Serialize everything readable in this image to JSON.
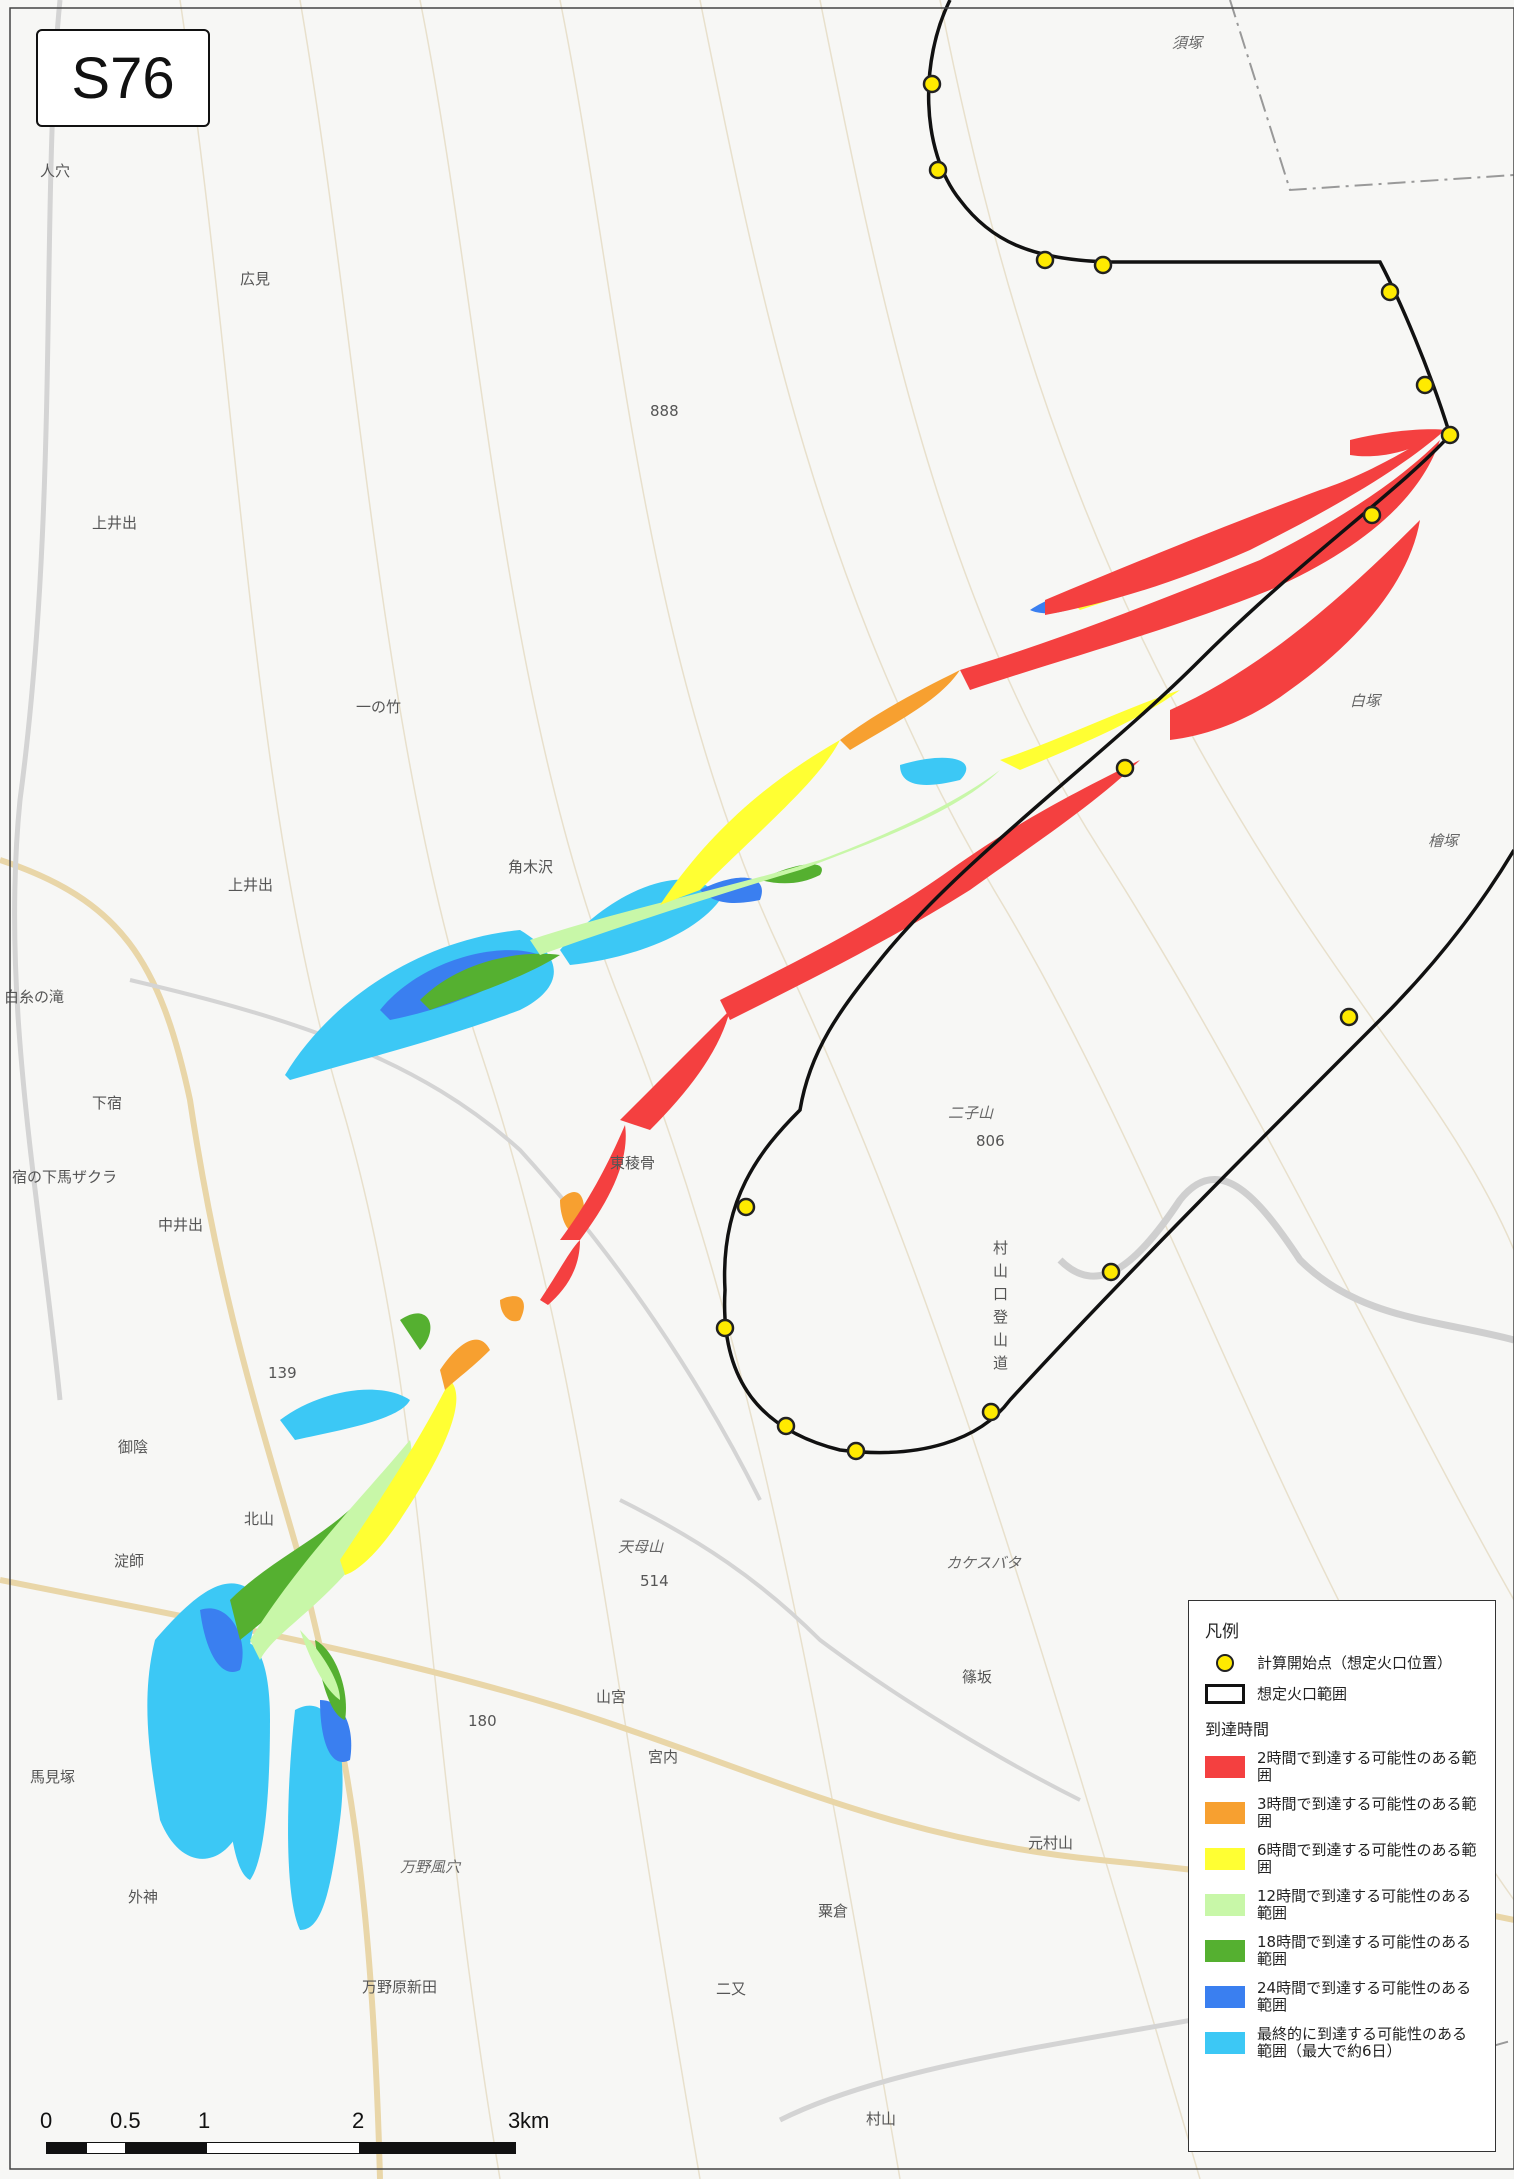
{
  "sheet_id": "S76",
  "place_labels": {
    "p1": "人穴",
    "p2": "広見",
    "p3": "上井出",
    "p4": "一の竹",
    "p5": "上井出",
    "p6": "角木沢",
    "p7": "白糸の滝",
    "p8": "下宿",
    "p9": "宿の下馬ザクラ",
    "p10": "中井出",
    "p11": "御陰",
    "p12": "北山",
    "p13": "淀師",
    "p14": "馬見塚",
    "p15": "外神",
    "p16": "万野原新田",
    "p17": "万野風穴",
    "p18": "天母山",
    "p19": "山宮",
    "p20": "宮内",
    "p21": "二子山",
    "p22": "粟倉",
    "p23": "二又",
    "p24": "村山",
    "p25": "元村山",
    "p26": "篠坂",
    "p27": "カケスバタ",
    "p28": "東稜骨",
    "p29": "白塚",
    "p30": "檜塚",
    "p31": "須塚",
    "p32": "888",
    "p33": "806",
    "p34": "514",
    "p35": "139",
    "p36": "180",
    "p37": "村山口登山道"
  },
  "legend": {
    "title": "凡例",
    "start_point": "計算開始点（想定火口位置）",
    "crater_area": "想定火口範囲",
    "arrival_header": "到達時間",
    "items": [
      {
        "label": "2時間で到達する可能性のある範囲",
        "color": "#f44040"
      },
      {
        "label": "3時間で到達する可能性のある範囲",
        "color": "#f7a030"
      },
      {
        "label": "6時間で到達する可能性のある範囲",
        "color": "#ffff33"
      },
      {
        "label": "12時間で到達する可能性のある範囲",
        "color": "#c8f7a8"
      },
      {
        "label": "18時間で到達する可能性のある範囲",
        "color": "#55b030"
      },
      {
        "label": "24時間で到達する可能性のある範囲",
        "color": "#3a7ff0"
      },
      {
        "label": "最終的に到達する可能性のある範囲（最大で約6日）",
        "color": "#3cc8f5"
      }
    ]
  },
  "scalebar": {
    "ticks": [
      "0",
      "0.5",
      "1",
      "2",
      "3"
    ],
    "unit": "km"
  }
}
